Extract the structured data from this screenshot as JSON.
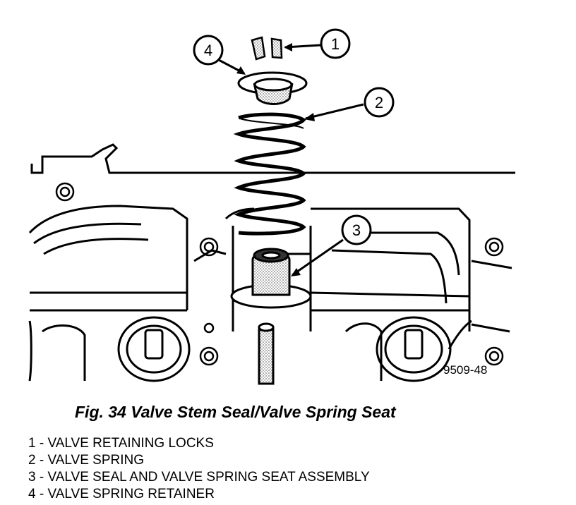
{
  "figure": {
    "code": "9509-48",
    "callouts": [
      {
        "num": "1"
      },
      {
        "num": "2"
      },
      {
        "num": "3"
      },
      {
        "num": "4"
      }
    ]
  },
  "caption": "Fig. 34 Valve Stem Seal/Valve Spring Seat",
  "legend": [
    "1 - VALVE RETAINING LOCKS",
    "2 - VALVE SPRING",
    "3 - VALVE SEAL AND VALVE SPRING SEAT ASSEMBLY",
    "4 - VALVE SPRING RETAINER"
  ]
}
